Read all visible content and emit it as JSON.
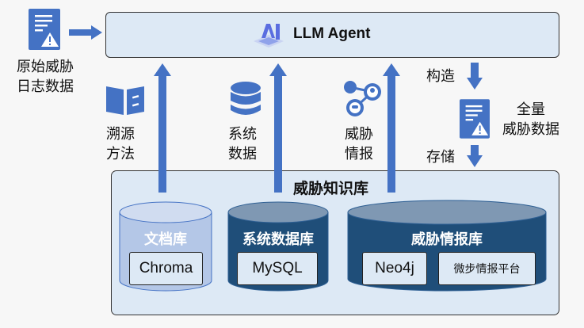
{
  "source": {
    "label_line1": "原始威胁",
    "label_line2": "日志数据",
    "icon": "document-warning-icon"
  },
  "agent": {
    "title": "LLM Agent",
    "icon": "ai-chip-icon"
  },
  "inputs": [
    {
      "label_line1": "溯源",
      "label_line2": "方法",
      "icon": "open-book-icon"
    },
    {
      "label_line1": "系统",
      "label_line2": "数据",
      "icon": "database-icon"
    },
    {
      "label_line1": "威胁",
      "label_line2": "情报",
      "icon": "threat-network-icon"
    }
  ],
  "flow": {
    "construct_label": "构造",
    "full_data_line1": "全量",
    "full_data_line2": "威胁数据",
    "store_label": "存储"
  },
  "knowledge_base": {
    "title": "威胁知识库",
    "stores": [
      {
        "name": "文档库",
        "items": [
          "Chroma"
        ],
        "color": "#b4c7e7"
      },
      {
        "name": "系统数据库",
        "items": [
          "MySQL"
        ],
        "color": "#1f4e79"
      },
      {
        "name": "威胁情报库",
        "items": [
          "Neo4j",
          "微步情报平台"
        ],
        "color": "#1f4e79"
      }
    ]
  },
  "colors": {
    "accent": "#4472c4",
    "box_fill": "#dde9f5",
    "dark_cyl": "#1f4e79",
    "light_cyl": "#b4c7e7"
  }
}
